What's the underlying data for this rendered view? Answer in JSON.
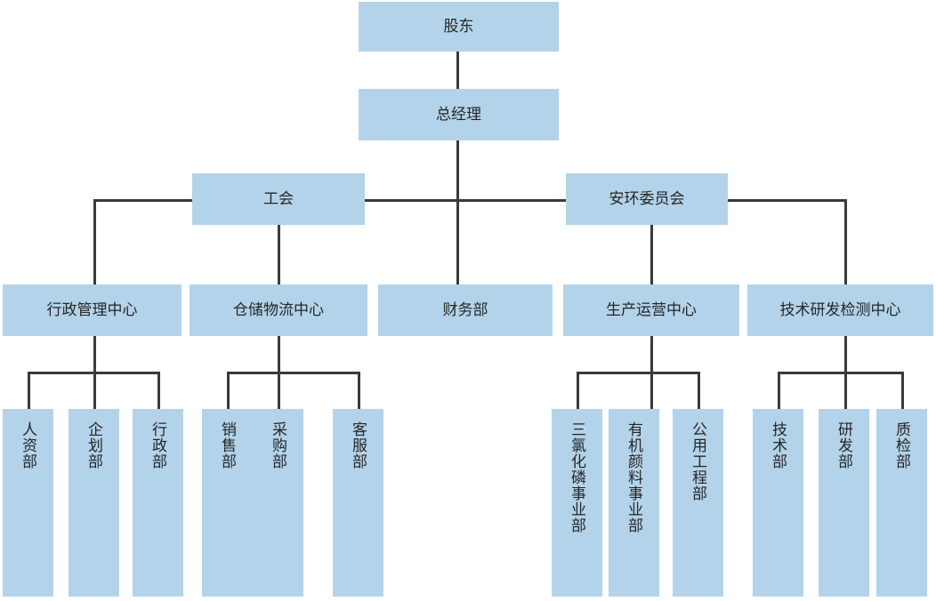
{
  "chart": {
    "title": "",
    "type": "org-chart",
    "box_fill": "#b3d3ea",
    "line_color": "#3a3a3a",
    "text_color": "#262626",
    "background": "#ffffff"
  },
  "nodes": {
    "shareholders": {
      "label": "股东",
      "level": 1
    },
    "general_manager": {
      "label": "总经理",
      "level": 2
    },
    "labor_union": {
      "label": "工会",
      "level": 3
    },
    "safety_env_committee": {
      "label": "安环委员会",
      "level": 3
    },
    "admin_mgmt_center": {
      "label": "行政管理中心",
      "level": 4
    },
    "warehouse_logistics_center": {
      "label": "仓储物流中心",
      "level": 4
    },
    "finance_dept": {
      "label": "财务部",
      "level": 4
    },
    "production_ops_center": {
      "label": "生产运营中心",
      "level": 4
    },
    "tech_rd_testing_center": {
      "label": "技术研发检测中心",
      "level": 4
    },
    "hr_dept": {
      "label": "人资部",
      "level": 5
    },
    "planning_dept": {
      "label": "企划部",
      "level": 5
    },
    "administration_dept": {
      "label": "行政部",
      "level": 5
    },
    "sales_dept": {
      "label": "销售部",
      "level": 5
    },
    "purchasing_dept": {
      "label": "采购部",
      "level": 5
    },
    "customer_service_dept": {
      "label": "客服部",
      "level": 5
    },
    "pcl3_business_unit": {
      "label": "三氯化磷事业部",
      "level": 5
    },
    "organic_pigment_business_unit": {
      "label": "有机颜料事业部",
      "level": 5
    },
    "utilities_engineering_dept": {
      "label": "公用工程部",
      "level": 5
    },
    "technology_dept": {
      "label": "技术部",
      "level": 5
    },
    "rd_dept": {
      "label": "研发部",
      "level": 5
    },
    "quality_inspection_dept": {
      "label": "质检部",
      "level": 5
    }
  },
  "hierarchy": [
    {
      "parent": "shareholders",
      "children": [
        "general_manager"
      ]
    },
    {
      "parent": "general_manager",
      "children": [
        "labor_union",
        "safety_env_committee",
        "admin_mgmt_center",
        "warehouse_logistics_center",
        "finance_dept",
        "production_ops_center",
        "tech_rd_testing_center"
      ]
    },
    {
      "parent": "admin_mgmt_center",
      "children": [
        "hr_dept",
        "planning_dept",
        "administration_dept"
      ]
    },
    {
      "parent": "warehouse_logistics_center",
      "children": [
        "sales_dept",
        "purchasing_dept",
        "customer_service_dept"
      ]
    },
    {
      "parent": "production_ops_center",
      "children": [
        "pcl3_business_unit",
        "organic_pigment_business_unit",
        "utilities_engineering_dept"
      ]
    },
    {
      "parent": "tech_rd_testing_center",
      "children": [
        "technology_dept",
        "rd_dept",
        "quality_inspection_dept"
      ]
    }
  ]
}
